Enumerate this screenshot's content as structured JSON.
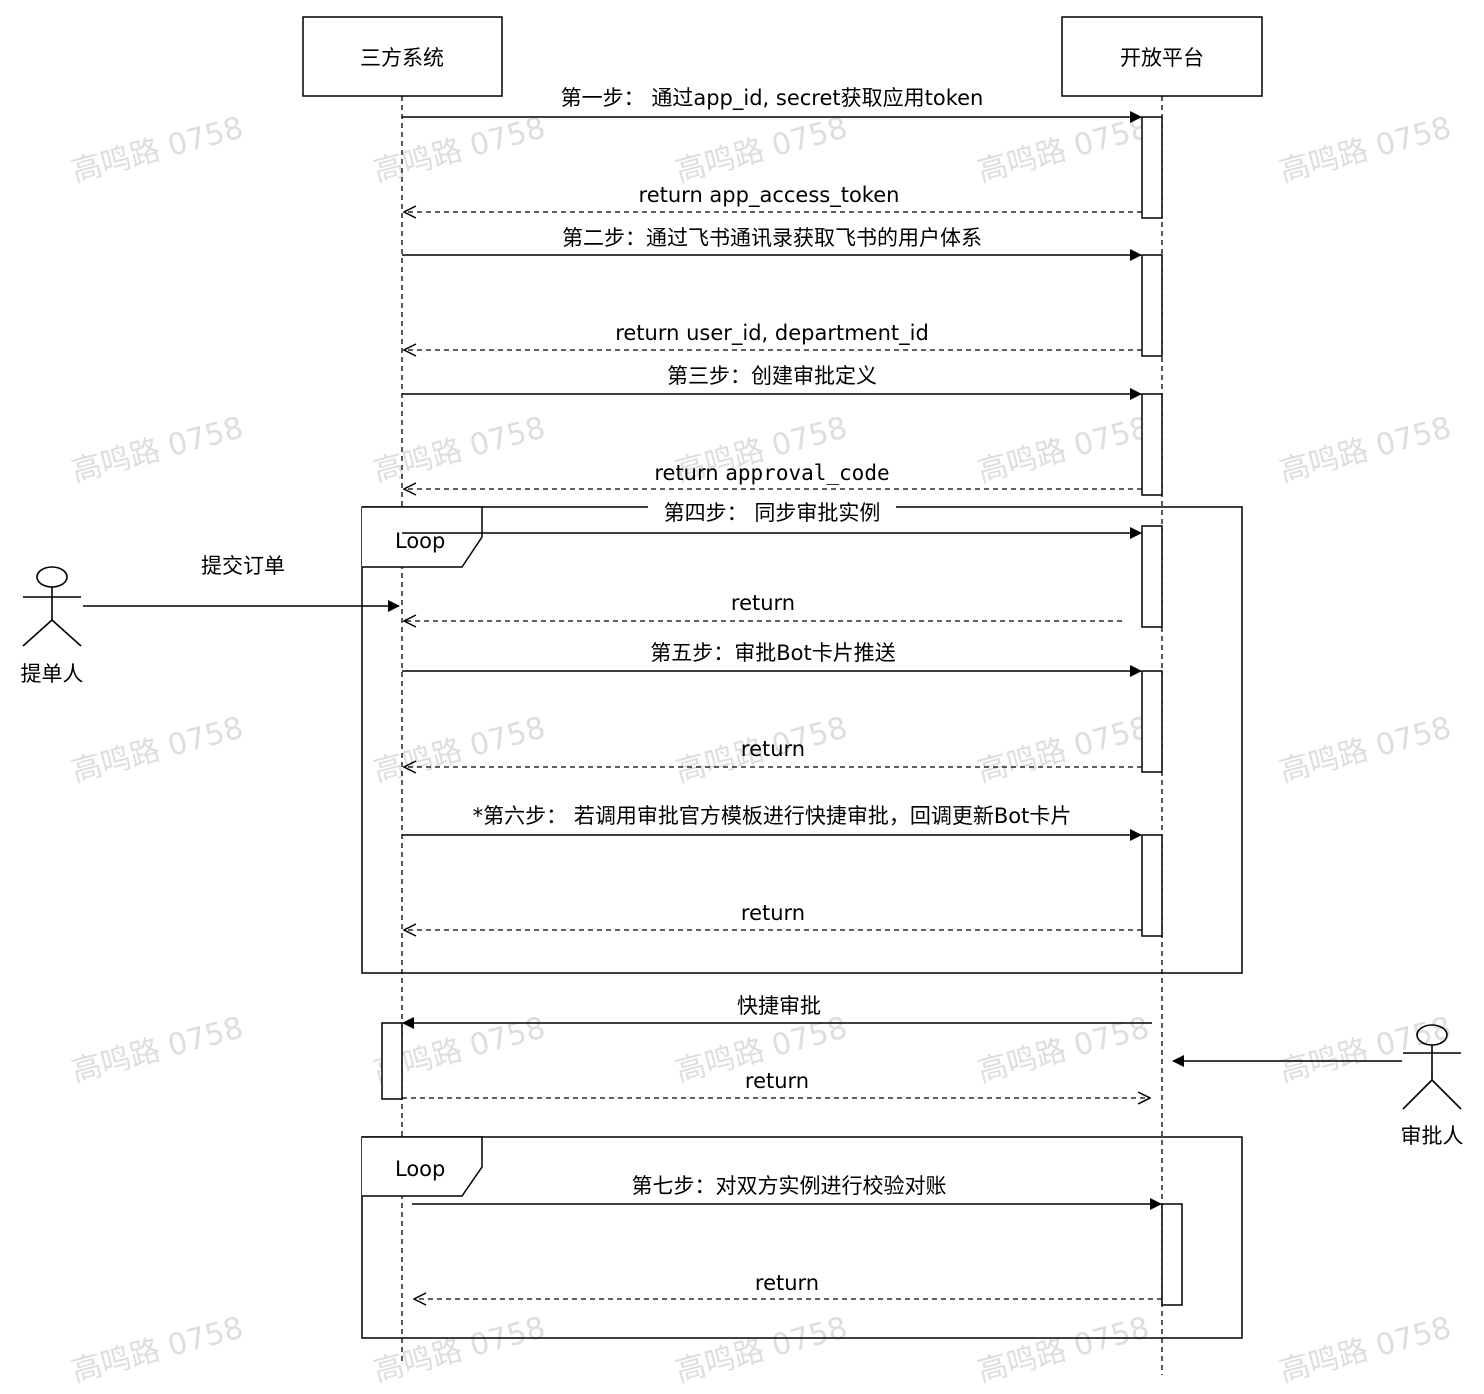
{
  "watermark": "高鸣路 0758",
  "participants": {
    "third_party": "三方系统",
    "open_platform": "开放平台"
  },
  "actors": {
    "submitter": "提单人",
    "approver": "审批人"
  },
  "loops": {
    "loop1": "Loop",
    "loop2": "Loop"
  },
  "messages": {
    "step1": "第一步：  通过app_id, secret获取应用token",
    "step1_return": "return app_access_token",
    "step2": "第二步：通过飞书通讯录获取飞书的用户体系",
    "step2_return": "return  user_id, department_id",
    "step3": "第三步：创建审批定义",
    "step3_return_prefix": "return ",
    "step3_return_code": "approval_code",
    "submit": "提交订单",
    "step4": "第四步：  同步审批实例",
    "step4_return": "return",
    "step5": "第五步：审批Bot卡片推送",
    "step5_return": "return",
    "step6": "*第六步：  若调用审批官方模板进行快捷审批，回调更新Bot卡片",
    "step6_return": "return",
    "quick": "快捷审批",
    "quick_return": "return",
    "step7": "第七步：对双方实例进行校验对账",
    "step7_return": "return"
  }
}
